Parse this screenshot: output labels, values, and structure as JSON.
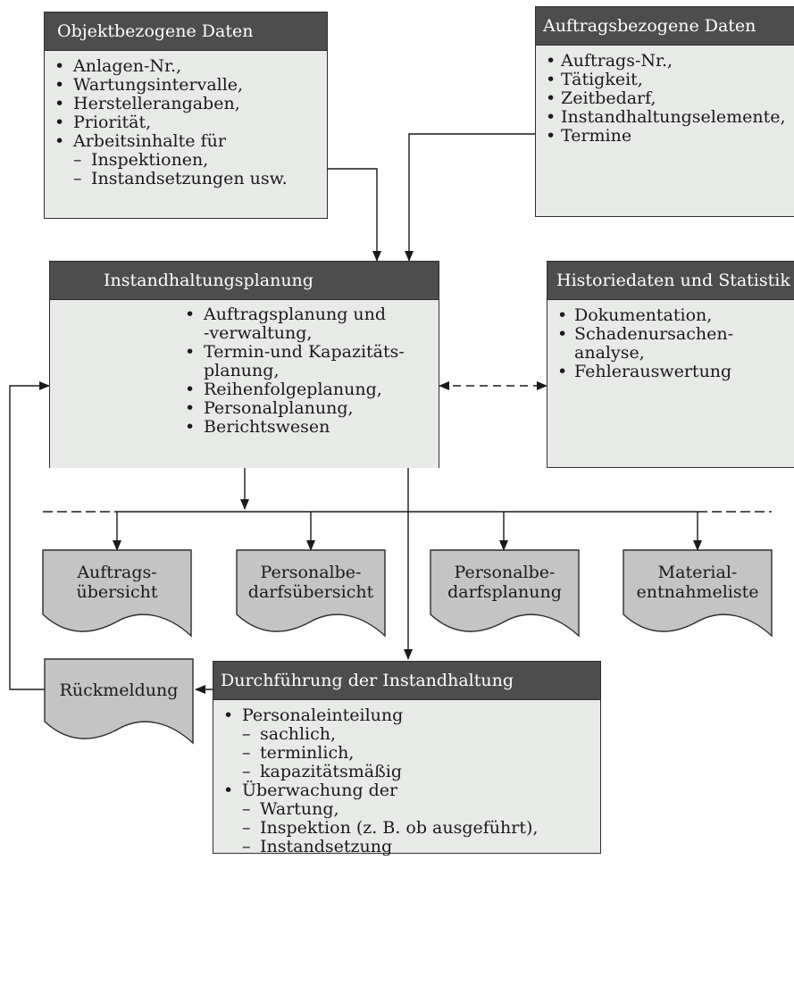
{
  "objekt": {
    "title": "Objektbezogene Daten",
    "items": [
      "Anlagen-Nr.,",
      "Wartungsintervalle,",
      "Herstellerangaben,",
      "Priorität,",
      "Arbeitsinhalte für"
    ],
    "subitems": [
      "Inspektionen,",
      "Instandsetzungen usw."
    ],
    "dash": "–"
  },
  "auftrag": {
    "title": "Auftragsbezogene Daten",
    "items": [
      "Auftrags-Nr.,",
      "Tätigkeit,",
      "Zeitbedarf,",
      "Instandhaltungselemente,",
      "Termine"
    ]
  },
  "planung": {
    "title": "Instandhaltungsplanung",
    "items": [
      {
        "l1": "Auftragsplanung und",
        "l2": "-verwaltung,"
      },
      {
        "l1": "Termin-und Kapazitäts-",
        "l2": "planung,"
      },
      {
        "l1": "Reihenfolgeplanung,",
        "l2": ""
      },
      {
        "l1": "Personalplanung,",
        "l2": ""
      },
      {
        "l1": "Berichtswesen",
        "l2": ""
      }
    ]
  },
  "historie": {
    "title": "Historiedaten und Statistik",
    "items": [
      {
        "l1": "Dokumentation,",
        "l2": ""
      },
      {
        "l1": "Schadenursachen-",
        "l2": "analyse,"
      },
      {
        "l1": "Fehlerauswertung",
        "l2": ""
      }
    ]
  },
  "documents": [
    {
      "l1": "Auftrags-",
      "l2": "übersicht"
    },
    {
      "l1": "Personalbe-",
      "l2": "darfsübersicht"
    },
    {
      "l1": "Personalbe-",
      "l2": "darfsplanung"
    },
    {
      "l1": "Material-",
      "l2": "entnahmeliste"
    }
  ],
  "durchfuehrung": {
    "title": "Durchführung der Instandhaltung",
    "item1": "Personaleinteilung",
    "item1_sub": [
      "sachlich,",
      "terminlich,",
      "kapazitätsmäßig"
    ],
    "item2": "Überwachung der",
    "item2_sub": [
      "Wartung,",
      "Inspektion (z. B. ob ausgeführt),",
      "Instandsetzung"
    ],
    "dash": "–"
  },
  "rueckmeldung": {
    "label": "Rückmeldung"
  },
  "colors": {
    "header": "#4d4d4d",
    "box_fill": "#e8eae8",
    "doc_fill": "#c4c4c4",
    "line": "#1a1a1a"
  }
}
